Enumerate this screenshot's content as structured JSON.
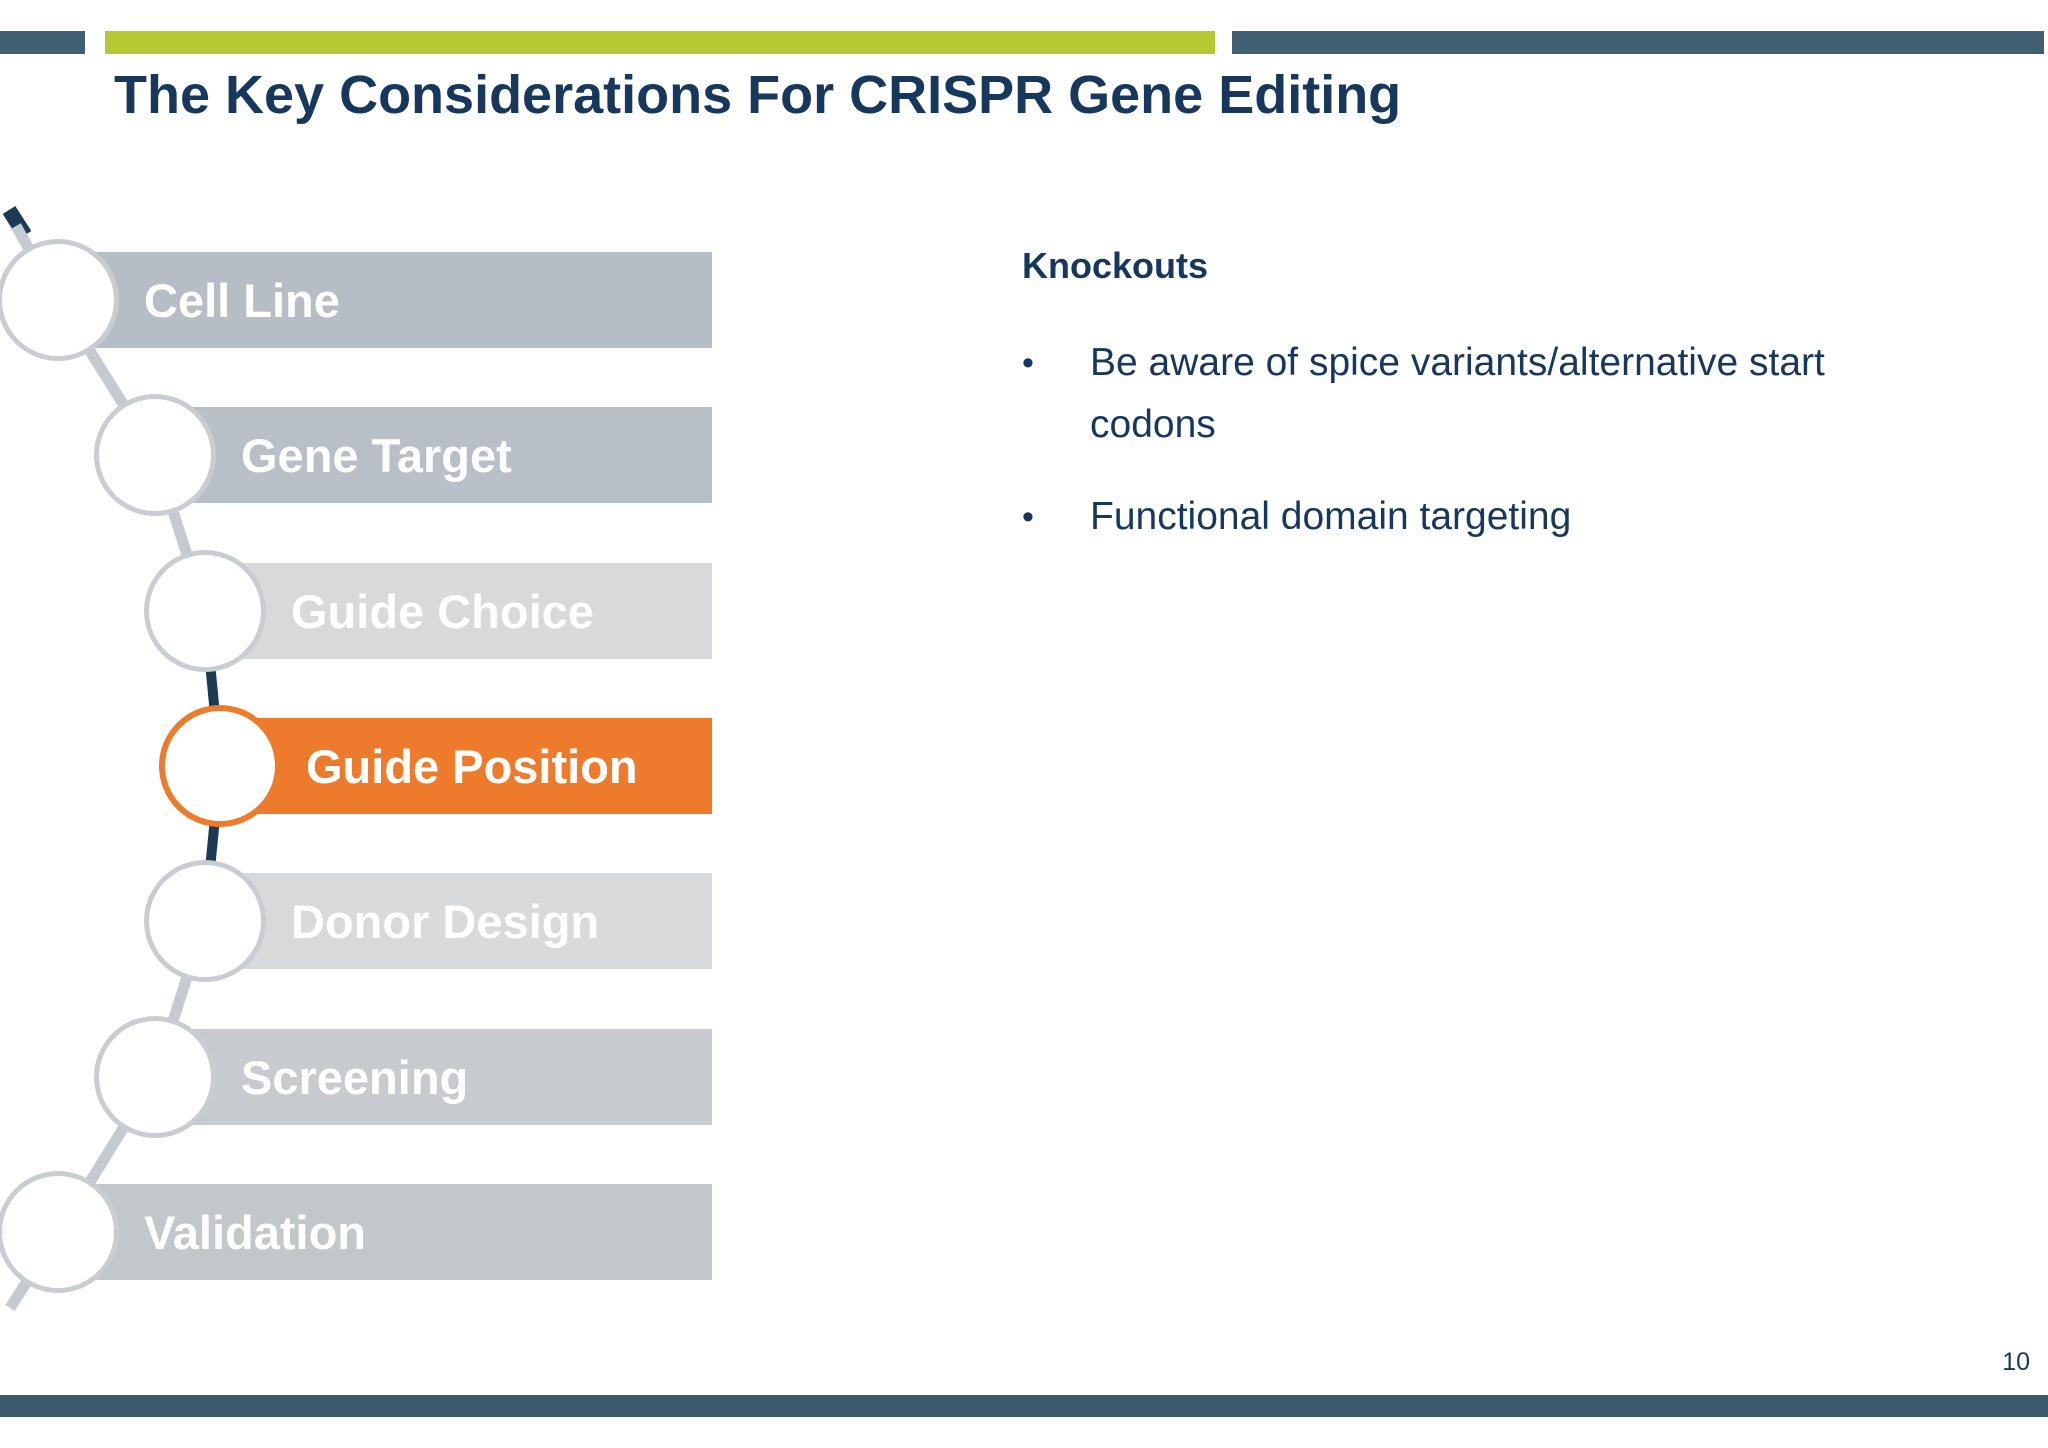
{
  "slide": {
    "title": "The Key Considerations For CRISPR Gene Editing",
    "page_number": "10"
  },
  "colors": {
    "title_navy": "#17375c",
    "accent_green": "#b4c832",
    "accent_slate": "#415f71",
    "footer_slate": "#3c5a6b",
    "highlight_orange": "#ee7b2c",
    "connector_navy": "#1d3a55",
    "connector_gray": "#c5cad0",
    "circle_stroke_gray": "#c9cdd2"
  },
  "steps": [
    {
      "label": "Cell Line",
      "active": false
    },
    {
      "label": "Gene Target",
      "active": false
    },
    {
      "label": "Guide Choice",
      "active": false
    },
    {
      "label": "Guide Position",
      "active": true
    },
    {
      "label": "Donor Design",
      "active": false
    },
    {
      "label": "Screening",
      "active": false
    },
    {
      "label": "Validation",
      "active": false
    }
  ],
  "content": {
    "heading": "Knockouts",
    "bullet_char": "•",
    "bullets": [
      {
        "line1": "Be aware of spice variants/alternative start",
        "line2": "codons"
      },
      {
        "line1": "Functional domain targeting",
        "line2": ""
      }
    ]
  }
}
